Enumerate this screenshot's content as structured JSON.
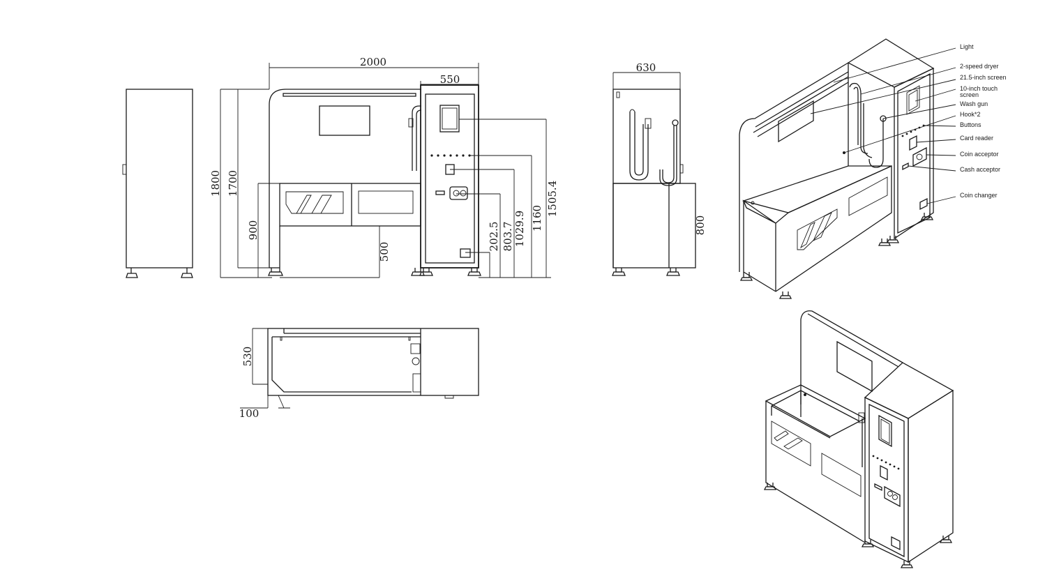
{
  "front_view": {
    "dims": {
      "overall_width": "2000",
      "cabinet_width": "550",
      "height_1800": "1800",
      "height_1700": "1700",
      "height_900": "900",
      "height_500": "500",
      "height_202": "202.5",
      "height_803": "803.7",
      "height_1029": "1029.9",
      "height_1160": "1160",
      "height_1505": "1505.4"
    }
  },
  "side_view": {
    "dims": {
      "depth_630": "630",
      "height_800": "800"
    }
  },
  "top_view": {
    "dims": {
      "depth_530": "530",
      "offset_100": "100"
    }
  },
  "callouts": {
    "light": "Light",
    "dryer": "2-speed dryer",
    "screen": "21.5-inch screen",
    "touch_line1": "10-inch touch",
    "touch_line2": "screen",
    "wash_gun": "Wash gun",
    "hook": "Hook*2",
    "buttons": "Buttons",
    "card_reader": "Card reader",
    "coin_acceptor": "Coin acceptor",
    "cash_acceptor": "Cash acceptor",
    "coin_changer": "Coin changer"
  }
}
